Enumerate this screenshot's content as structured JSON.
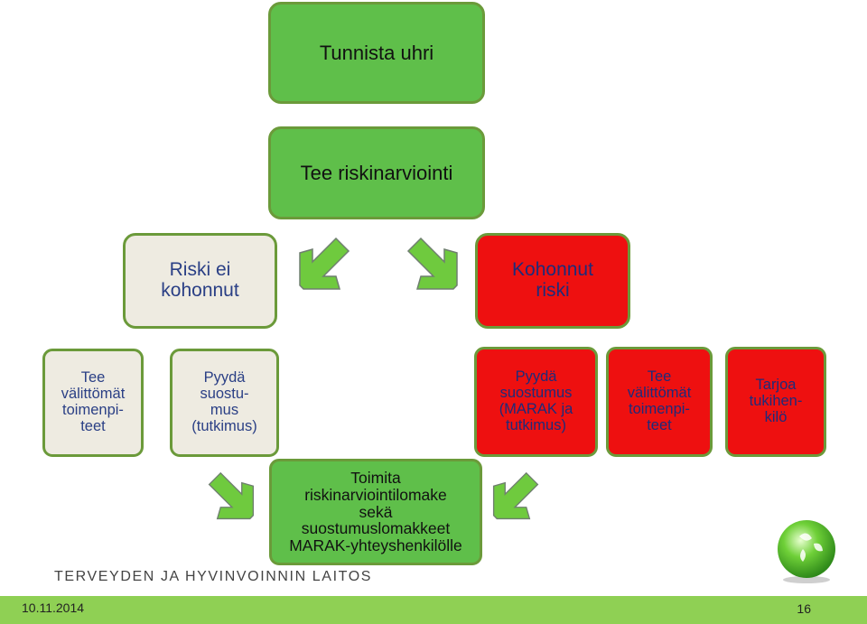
{
  "nodes": {
    "identify": "Tunnista uhri",
    "assess": "Tee riskinarviointi",
    "no_risk": "Riski ei\nkohonnut",
    "high_risk": "Kohonnut\nriski",
    "immediate_low": "Tee\nvälittömät\ntoimenpi-\nteet",
    "consent_low": "Pyydä\nsuostu-\nmus\n(tutkimus)",
    "consent_high": "Pyydä\nsuostumus\n(MARAK ja\ntutkimus)",
    "immediate_high": "Tee\nvälittömät\ntoimenpi-\nteet",
    "support": "Tarjoa\ntukihen-\nkilö",
    "submit": "Toimita\nriskinarviointilomake\nsekä\nsuostumuslomakkeet\nMARAK-yhteyshenkilölle"
  },
  "footer": {
    "org": "TERVEYDEN JA HYVINVOINNIN LAITOS",
    "date": "10.11.2014",
    "page": "16"
  },
  "colors": {
    "green": "#5fbf4a",
    "red": "#ee1010",
    "beige": "#eeebe1",
    "footer": "#8fd054"
  }
}
